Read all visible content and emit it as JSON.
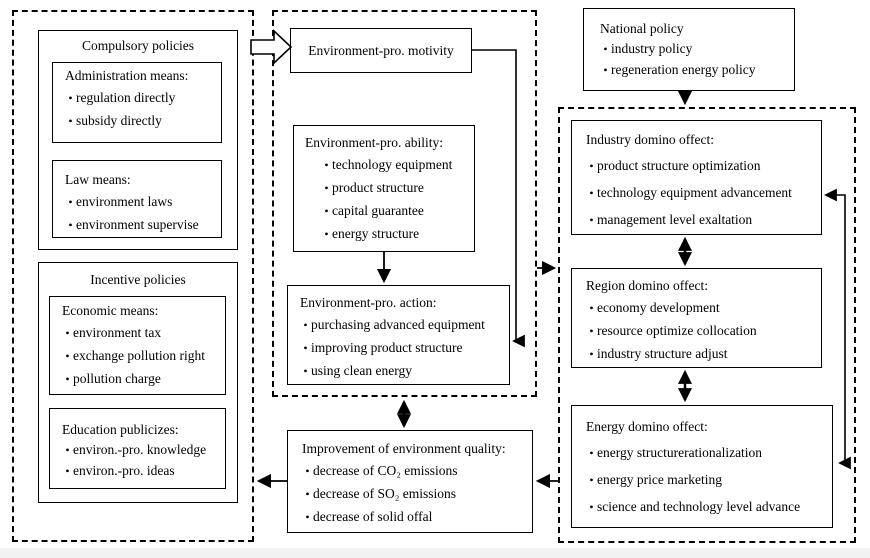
{
  "bullet": "•",
  "colors": {
    "line": "#000000",
    "background": "#ffffff",
    "box_bg": "#ffffff"
  },
  "left_panel": {
    "compulsory": {
      "title": "Compulsory policies",
      "admin": {
        "title": "Administration means:",
        "items": [
          "regulation directly",
          "subsidy directly"
        ]
      },
      "law": {
        "title": "Law means:",
        "items": [
          "environment laws",
          "environment supervise"
        ]
      }
    },
    "incentive": {
      "title": "Incentive policies",
      "economic": {
        "title": "Economic means:",
        "items": [
          "environment tax",
          "exchange pollution right",
          "pollution charge"
        ]
      },
      "education": {
        "title": "Education publicizes:",
        "items": [
          "environ.-pro. knowledge",
          "environ.-pro. ideas"
        ]
      }
    }
  },
  "middle_panel": {
    "motivity": {
      "title": "Environment-pro. motivity"
    },
    "ability": {
      "title": "Environment-pro. ability:",
      "items": [
        "technology equipment",
        "product structure",
        "capital guarantee",
        "energy structure"
      ]
    },
    "action": {
      "title": "Environment-pro. action:",
      "items": [
        "purchasing advanced equipment",
        "improving product structure",
        "using clean energy"
      ]
    }
  },
  "improvement": {
    "title": "Improvement of environment quality:",
    "items": [
      "decrease of CO₂ emissions",
      "decrease of SO₂ emissions",
      "decrease of solid offal"
    ]
  },
  "national": {
    "title": "National policy",
    "items": [
      "industry policy",
      "regeneration energy policy"
    ]
  },
  "right_panel": {
    "industry": {
      "title": "Industry domino offect:",
      "items": [
        "product structure optimization",
        "technology equipment advancement",
        "management level exaltation"
      ]
    },
    "region": {
      "title": "Region domino offect:",
      "items": [
        "economy development",
        "resource optimize collocation",
        "industry structure adjust"
      ]
    },
    "energy": {
      "title": "Energy domino offect:",
      "items": [
        "energy structurerationalization",
        "energy price marketing",
        "science and technology level advance"
      ]
    }
  }
}
